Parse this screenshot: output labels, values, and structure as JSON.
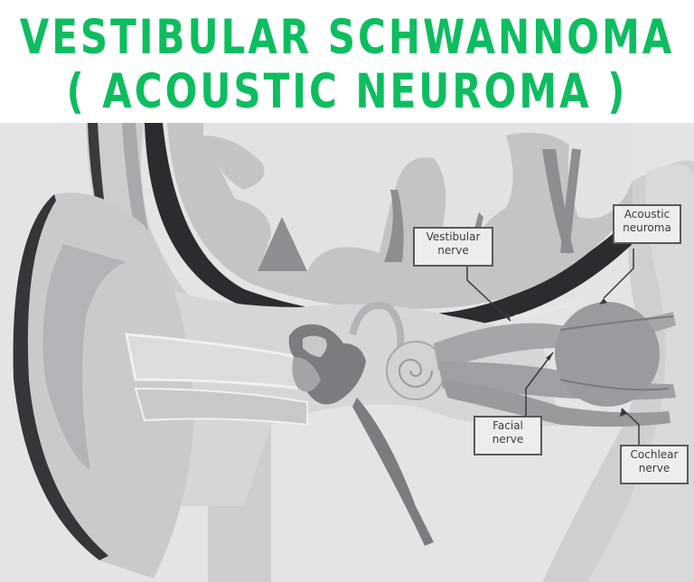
{
  "title": {
    "line1": "VESTIBULAR SCHWANNOMA",
    "line2": "( ACOUSTIC NEUROMA )",
    "color": "#0dbd60"
  },
  "diagram": {
    "description": "Grayscale cross-section of the ear and skull base showing a vestibular schwannoma on the nerves entering the brainstem",
    "labels": [
      {
        "id": "vestibular-nerve",
        "line1": "Vestibular",
        "line2": "nerve"
      },
      {
        "id": "acoustic-neuroma",
        "line1": "Acoustic",
        "line2": "neuroma"
      },
      {
        "id": "facial-nerve",
        "line1": "Facial",
        "line2": "nerve"
      },
      {
        "id": "cochlear-nerve",
        "line1": "Cochlear",
        "line2": "nerve"
      }
    ]
  }
}
